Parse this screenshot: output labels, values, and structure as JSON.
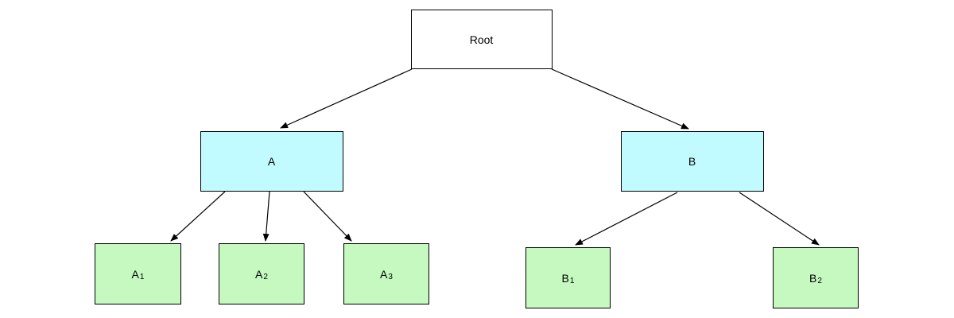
{
  "diagram": {
    "type": "tree",
    "colors": {
      "background": "#FFFFFF",
      "stroke": "#000000",
      "root_fill": "#FFFFFF",
      "branch_fill": "#C2FBFF",
      "leaf_fill": "#C5F9C0"
    },
    "nodes": [
      {
        "id": "root",
        "label": "Root",
        "subscript": "",
        "fill": "#FFFFFF"
      },
      {
        "id": "A",
        "label": "A",
        "subscript": "",
        "fill": "#C2FBFF"
      },
      {
        "id": "B",
        "label": "B",
        "subscript": "",
        "fill": "#C2FBFF"
      },
      {
        "id": "A1",
        "label": "A",
        "subscript": "1",
        "fill": "#C5F9C0"
      },
      {
        "id": "A2",
        "label": "A",
        "subscript": "2",
        "fill": "#C5F9C0"
      },
      {
        "id": "A3",
        "label": "A",
        "subscript": "3",
        "fill": "#C5F9C0"
      },
      {
        "id": "B1",
        "label": "B",
        "subscript": "1",
        "fill": "#C5F9C0"
      },
      {
        "id": "B2",
        "label": "B",
        "subscript": "2",
        "fill": "#C5F9C0"
      }
    ],
    "edges": [
      {
        "from": "Root",
        "to": "A"
      },
      {
        "from": "Root",
        "to": "B"
      },
      {
        "from": "A",
        "to": "A1"
      },
      {
        "from": "A",
        "to": "A2"
      },
      {
        "from": "A",
        "to": "A3"
      },
      {
        "from": "B",
        "to": "B1"
      },
      {
        "from": "B",
        "to": "B2"
      }
    ]
  }
}
